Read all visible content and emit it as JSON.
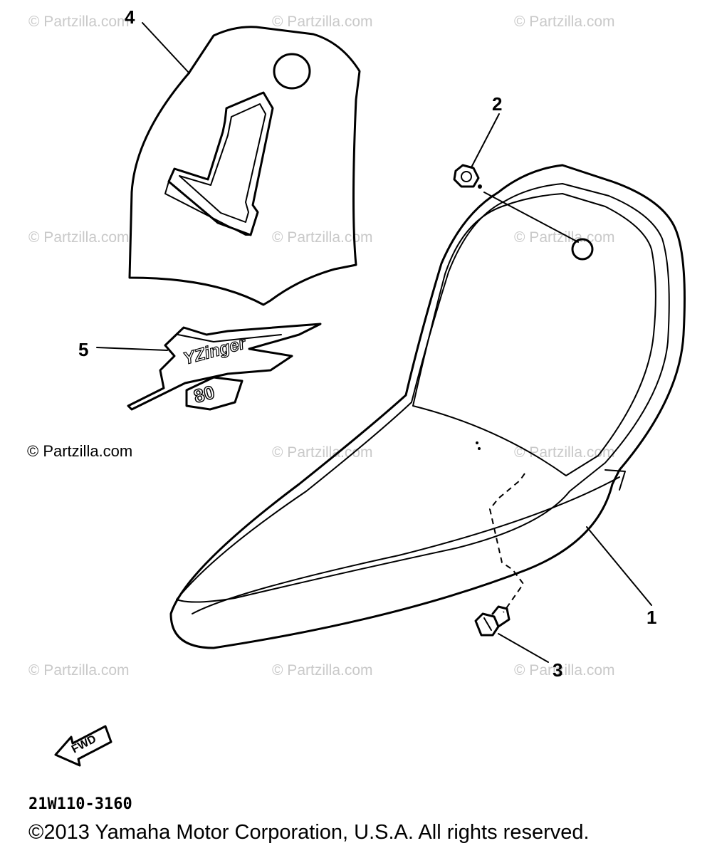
{
  "watermark": "© Partzilla.com",
  "watermark_prominent": "© Partzilla.com",
  "callouts": {
    "part1": "1",
    "part2": "2",
    "part3": "3",
    "part4": "4",
    "part5": "5"
  },
  "number_plate_digit": "1",
  "decal_text": {
    "yz": "YZinger",
    "model": "80"
  },
  "fwd_label": "FWD",
  "diagram_code": "21W110-3160",
  "copyright": "©2013 Yamaha Motor Corporation, U.S.A. All rights reserved."
}
